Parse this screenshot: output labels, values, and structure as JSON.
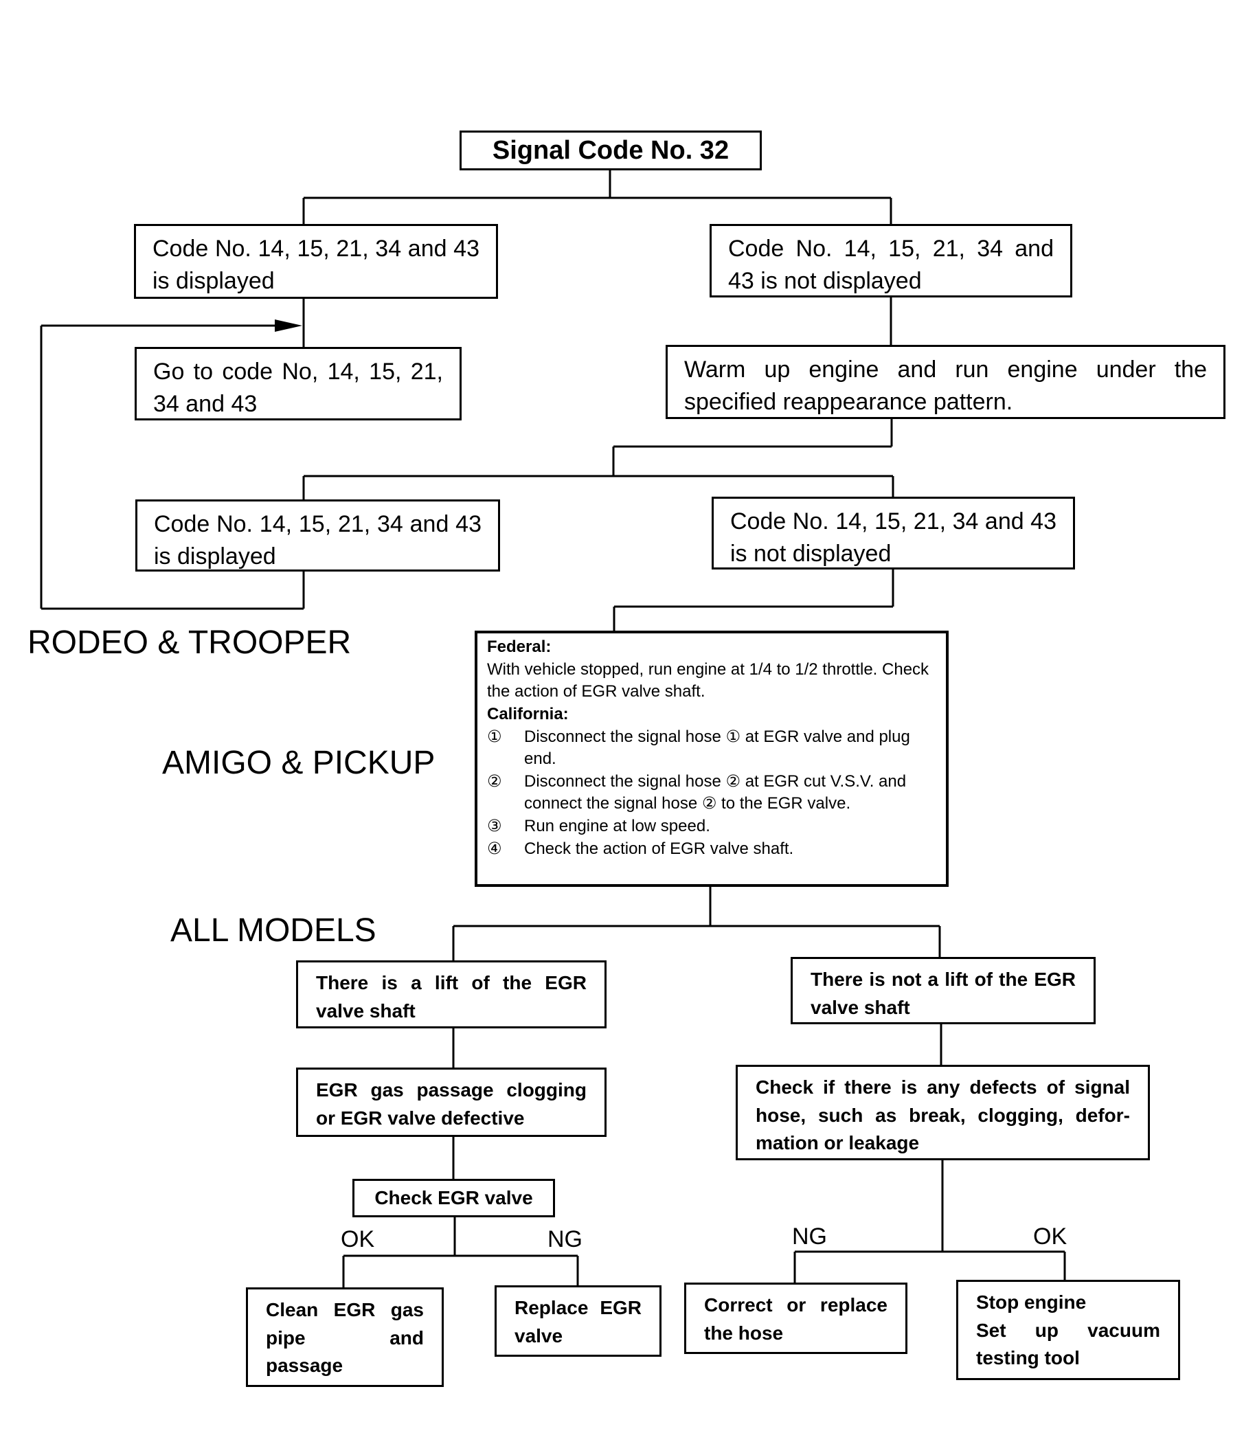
{
  "title": "Signal Code No. 32",
  "left_top": "Code No. 14, 15, 21, 34 and 43 is displayed",
  "right_top": "Code No. 14, 15, 21, 34 and 43 is not displayed",
  "goto_box": "Go to code No, 14, 15, 21, 34 and 43",
  "warmup_box": "Warm up engine and run engine under the specified reappearance pattern.",
  "left_second": "Code No. 14, 15, 21, 34 and 43 is displayed",
  "right_second": "Code No. 14, 15, 21, 34 and 43 is not displayed",
  "side_labels": {
    "rodeo": "RODEO & TROOPER",
    "amigo": "AMIGO & PICKUP",
    "all": "ALL MODELS"
  },
  "check_box": {
    "federal_heading": "Federal:",
    "federal_text": "With vehicle stopped, run engine at 1/4 to 1/2 throttle. Check the action of EGR valve shaft.",
    "california_heading": "California:",
    "steps": [
      {
        "num": "①",
        "text": "Disconnect the signal hose ① at EGR valve and plug end."
      },
      {
        "num": "②",
        "text": "Disconnect the signal hose ② at EGR cut V.S.V. and connect the signal hose ② to the EGR valve."
      },
      {
        "num": "③",
        "text": "Run engine at low speed."
      },
      {
        "num": "④",
        "text": "Check the action of EGR valve shaft."
      }
    ]
  },
  "lift_yes": "There is a lift of the EGR valve shaft",
  "lift_no": "There is not a lift of the EGR valve shaft",
  "clog_box": "EGR gas passage clogging or EGR valve defective",
  "check_egr": "Check EGR valve",
  "defects_box": "Check if there is any defects of signal hose, such as break, clogging, defor-mation or leakage",
  "branch_labels": {
    "left_ok": "OK",
    "left_ng": "NG",
    "right_ng": "NG",
    "right_ok": "OK"
  },
  "clean_box": "Clean EGR gas pipe and passage",
  "replace_box": "Replace EGR valve",
  "correct_box": "Correct or replace the hose",
  "stop_box": {
    "line1": "Stop engine",
    "line2": "Set up vacuum testing tool"
  }
}
